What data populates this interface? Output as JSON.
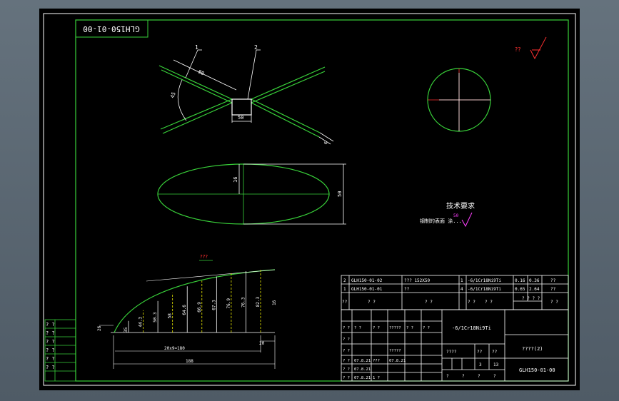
{
  "drawing_code_mirrored": "GLH150-01-00",
  "leaders": {
    "p1": "1",
    "p2": "2"
  },
  "dims": {
    "arm_length": "80",
    "angle": "45",
    "width_50": "50",
    "thickness": "6",
    "ellipse_minor": "16",
    "ellipse_height": "50",
    "chord_total": "20x9=180",
    "total_length": "188",
    "end_offset": "20",
    "start_height": "26",
    "last_height": "16",
    "heights": [
      "35",
      "44.3",
      "50.3",
      "58",
      "64.6",
      "66.9",
      "67.3",
      "76.9",
      "76.3",
      "82.3"
    ]
  },
  "section_title": "???",
  "roughness_mark": "??",
  "tech": {
    "title": "技术要求",
    "note": "钢制的表面  涂...",
    "roughness": "50"
  },
  "parts_list": [
    {
      "no": "2",
      "code": "GLH150-01-02",
      "name": "??? 152X50",
      "qty": "1",
      "material": "-6/1Cr18Ni9Ti",
      "w1": "0.16",
      "w2": "0.36",
      "note": "??"
    },
    {
      "no": "1",
      "code": "GLH150-01-01",
      "name": "??",
      "qty": "4",
      "material": "-6/1Cr18Ni9Ti",
      "w1": "0.65",
      "w2": "2.64",
      "note": "??"
    }
  ],
  "parts_header": {
    "no": "??",
    "code": "? ?",
    "name": "? ?",
    "qty": "? ?",
    "material": "? ?",
    "weight": "? ?\n? ?",
    "note": "? ?"
  },
  "title_block": {
    "material": "-6/1Cr18Ni9Ti",
    "drawing_no": "GLH150-01-00",
    "name": "????(2)",
    "scale_label": "????",
    "sheet_label": "??",
    "sheet_value": "??",
    "sheets_total": "13",
    "sheet_num": "3",
    "bottom_row": [
      "?",
      "?",
      "?",
      "?"
    ],
    "rev_rows": [
      {
        "a": "? ?",
        "b": "? ?",
        "c": "? ?",
        "d": "?????",
        "e": "? ?",
        "f": "? ?"
      },
      {
        "a": "? ?",
        "b": "",
        "c": "",
        "d": "",
        "e": "",
        "f": ""
      },
      {
        "a": "? ?",
        "b": "",
        "c": "",
        "d": "?????",
        "e": "",
        "f": ""
      },
      {
        "a": "? ?",
        "b": "07.8.21",
        "c": "???",
        "d": "07.8.21",
        "e": "",
        "f": ""
      },
      {
        "a": "? ?",
        "b": "07.8.21",
        "c": "",
        "d": "",
        "e": "",
        "f": ""
      },
      {
        "a": "? ?",
        "b": "07.8.21",
        "c": "1 ?",
        "d": "",
        "e": "",
        "f": ""
      }
    ]
  },
  "side_table": [
    "? ?",
    "? ?",
    "? ?",
    "? ?",
    "? ?",
    "? ?"
  ],
  "colors": {
    "background": "#000000",
    "frame": "#39d23a",
    "lines": "#ffffff",
    "center": "#ff3030",
    "yellow": "#e8e800",
    "magenta": "#ff40ff"
  }
}
